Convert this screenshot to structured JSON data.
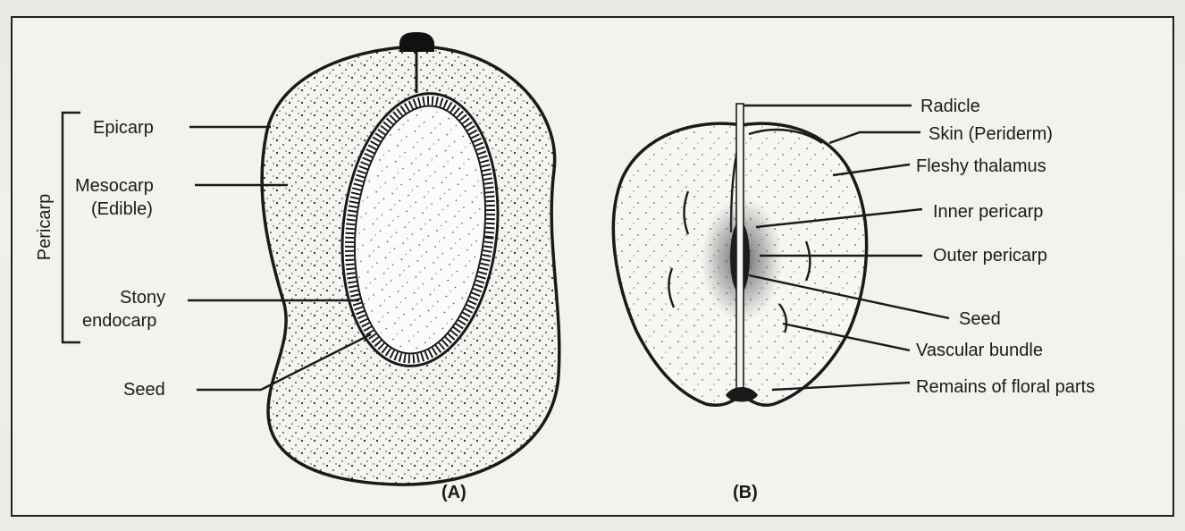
{
  "figure_a": {
    "caption": "(A)",
    "group_label": "Pericarp",
    "labels": {
      "epicarp": "Epicarp",
      "mesocarp": "Mesocarp",
      "edible": "(Edible)",
      "stony": "Stony",
      "endocarp": "endocarp",
      "seed": "Seed"
    }
  },
  "figure_b": {
    "caption": "(B)",
    "labels": {
      "radicle": "Radicle",
      "skin": "Skin (Periderm)",
      "fleshy_thalamus": "Fleshy thalamus",
      "inner_pericarp": "Inner pericarp",
      "outer_pericarp": "Outer pericarp",
      "seed": "Seed",
      "vascular_bundle": "Vascular bundle",
      "remains": "Remains of floral parts"
    }
  }
}
